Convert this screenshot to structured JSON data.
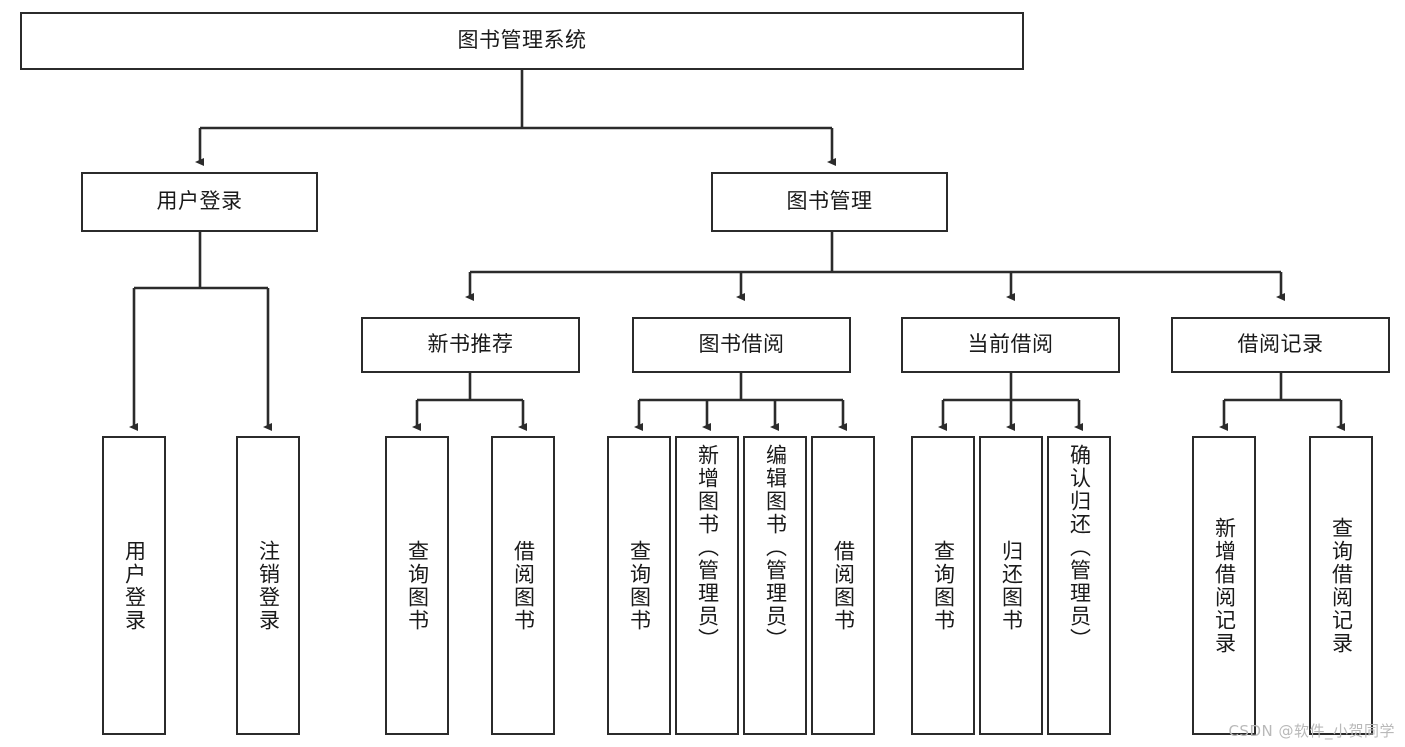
{
  "diagram": {
    "type": "tree-hierarchy",
    "title": "图书管理系统",
    "watermark": "CSDN @软件_小贺同学",
    "colors": {
      "stroke": "#2b2b2b",
      "fill": "#ffffff",
      "text": "#1a1a1a",
      "watermark": "#b9b9b9"
    },
    "levels": {
      "root": {
        "label": "图书管理系统"
      },
      "level2": [
        {
          "label": "用户登录"
        },
        {
          "label": "图书管理"
        }
      ],
      "level3": [
        {
          "label": "新书推荐"
        },
        {
          "label": "图书借阅"
        },
        {
          "label": "当前借阅"
        },
        {
          "label": "借阅记录"
        }
      ],
      "leaves": {
        "user_login": [
          {
            "label": "用户登录"
          },
          {
            "label": "注销登录"
          }
        ],
        "new_book_recommend": [
          {
            "label": "查询图书"
          },
          {
            "label": "借阅图书"
          }
        ],
        "book_borrow": [
          {
            "label": "查询图书"
          },
          {
            "label": "新增图书（管理员）"
          },
          {
            "label": "编辑图书（管理员）"
          },
          {
            "label": "借阅图书"
          }
        ],
        "current_borrow": [
          {
            "label": "查询图书"
          },
          {
            "label": "归还图书"
          },
          {
            "label": "确认归还（管理员）"
          }
        ],
        "borrow_records": [
          {
            "label": "新增借阅记录"
          },
          {
            "label": "查询借阅记录"
          }
        ]
      }
    }
  }
}
